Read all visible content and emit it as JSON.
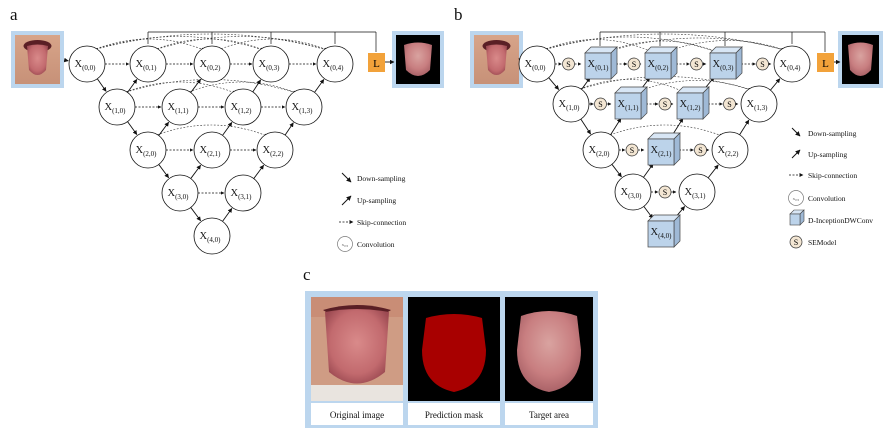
{
  "panels": {
    "a": "a",
    "b": "b",
    "c": "c"
  },
  "nodes": [
    {
      "id": "n00",
      "base": "X",
      "sub": "(0,0)"
    },
    {
      "id": "n01",
      "base": "X",
      "sub": "(0,1)"
    },
    {
      "id": "n02",
      "base": "X",
      "sub": "(0,2)"
    },
    {
      "id": "n03",
      "base": "X",
      "sub": "(0,3)"
    },
    {
      "id": "n04",
      "base": "X",
      "sub": "(0,4)"
    },
    {
      "id": "n10",
      "base": "X",
      "sub": "(1,0)"
    },
    {
      "id": "n11",
      "base": "X",
      "sub": "(1,1)"
    },
    {
      "id": "n12",
      "base": "X",
      "sub": "(1,2)"
    },
    {
      "id": "n13",
      "base": "X",
      "sub": "(1,3)"
    },
    {
      "id": "n20",
      "base": "X",
      "sub": "(2,0)"
    },
    {
      "id": "n21",
      "base": "X",
      "sub": "(2,1)"
    },
    {
      "id": "n22",
      "base": "X",
      "sub": "(2,2)"
    },
    {
      "id": "n30",
      "base": "X",
      "sub": "(3,0)"
    },
    {
      "id": "n31",
      "base": "X",
      "sub": "(3,1)"
    },
    {
      "id": "n40",
      "base": "X",
      "sub": "(4,0)"
    }
  ],
  "loss_label": "L",
  "se_label": "S",
  "legend_a": {
    "down": "Down-sampling",
    "up": "Up-sampling",
    "skip": "Skip-connection",
    "conv": "Convolution"
  },
  "legend_b": {
    "down": "Down-sampling",
    "up": "Up-sampling",
    "skip": "Skip-connection",
    "conv": "Convolution",
    "dwconv": "D-InceptionDWConv",
    "se": "SEModel"
  },
  "legend_icon_text": "x₀,₀",
  "captions": {
    "original": "Original image",
    "mask": "Prediction mask",
    "target": "Target area"
  },
  "colors": {
    "loss_box": "#f2a23a",
    "cube": "#bcd3ea",
    "frame": "#bcd6ee",
    "mask": "#a80000",
    "se_fill": "#f3e6d3"
  }
}
